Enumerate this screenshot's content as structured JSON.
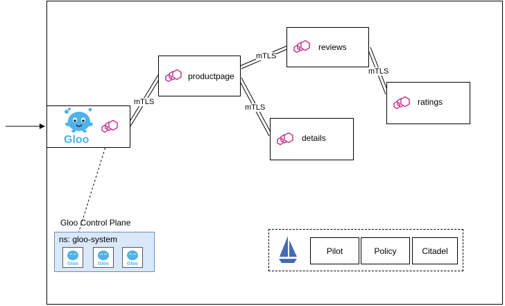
{
  "services": {
    "productpage": "productpage",
    "reviews": "reviews",
    "ratings": "ratings",
    "details": "details"
  },
  "links": {
    "gateway_to_productpage": "mTLS",
    "productpage_to_reviews": "mTLS",
    "productpage_to_details": "mTLS",
    "reviews_to_ratings": "mTLS"
  },
  "gloo": {
    "logo_text": "Gloo",
    "control_plane_title": "Gloo Control Plane",
    "namespace_label": "ns: gloo-system",
    "pod_logo_text": "Gloo"
  },
  "istio": {
    "components": [
      "Pilot",
      "Policy",
      "Citadel"
    ]
  },
  "colors": {
    "envoy_icon": "#c2388f",
    "gloo_blue": "#4fb3e8",
    "namespace_fill": "#dae8fc",
    "istio_sail": "#466bb0"
  }
}
